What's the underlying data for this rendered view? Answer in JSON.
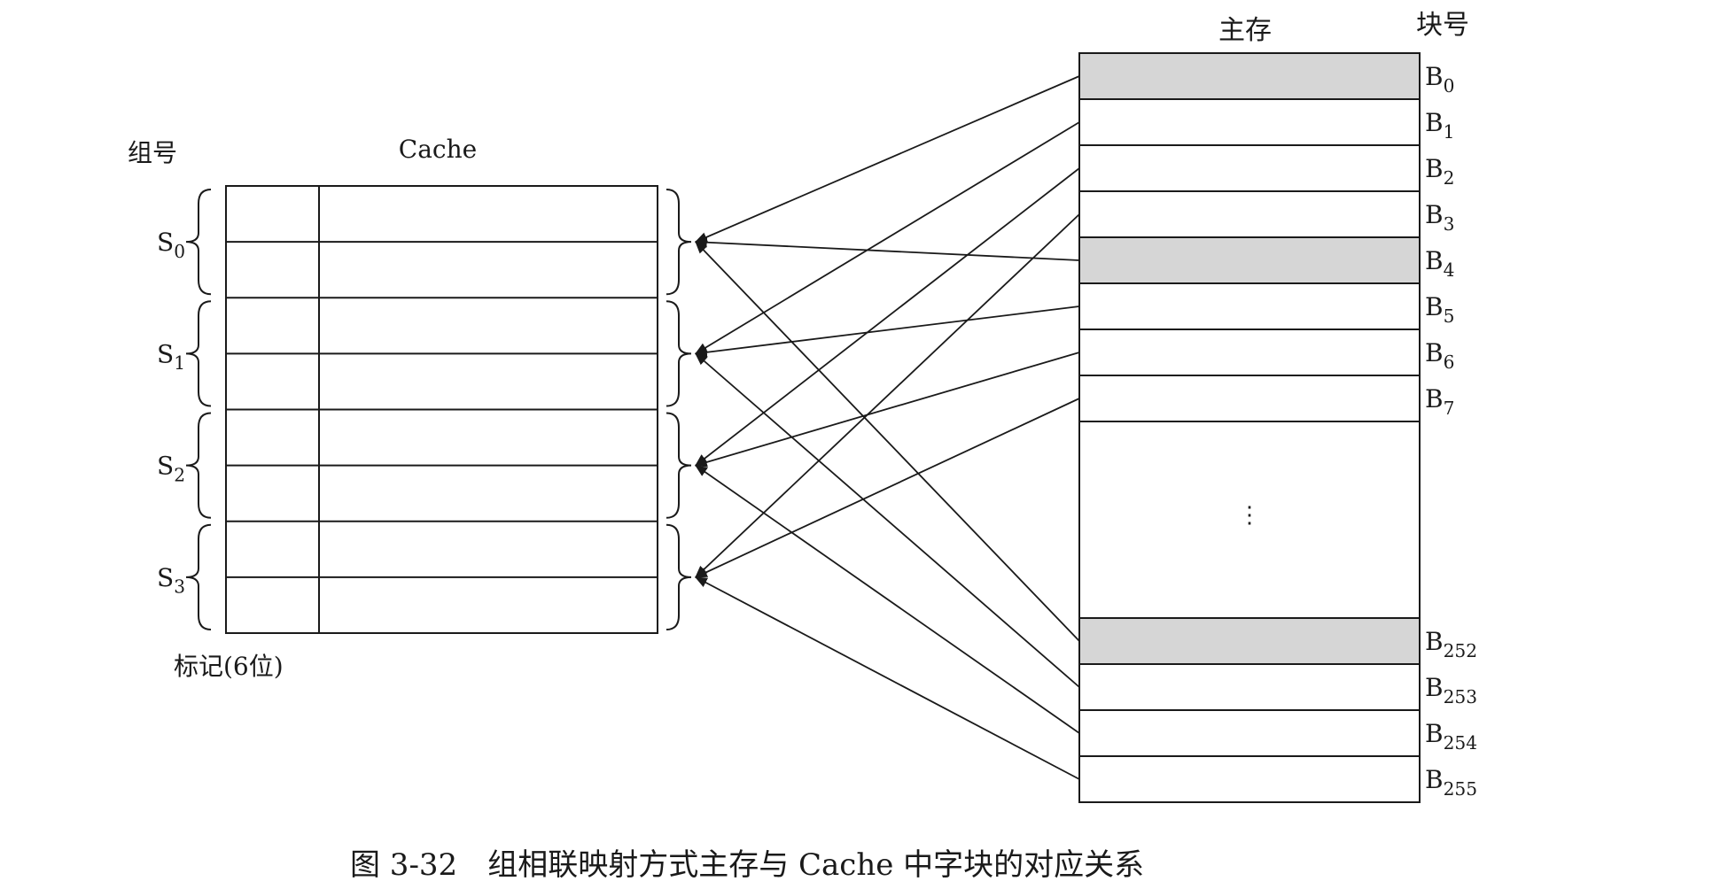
{
  "cache": {
    "title": "Cache",
    "group_header": "组号",
    "tag_label": "标记(6位)",
    "sets": [
      {
        "base": "S",
        "sub": "0"
      },
      {
        "base": "S",
        "sub": "1"
      },
      {
        "base": "S",
        "sub": "2"
      },
      {
        "base": "S",
        "sub": "3"
      }
    ]
  },
  "memory": {
    "title": "主存",
    "block_header": "块号",
    "ellipsis": "⋮",
    "blocks": [
      {
        "base": "B",
        "sub": "0",
        "shaded": true
      },
      {
        "base": "B",
        "sub": "1",
        "shaded": false
      },
      {
        "base": "B",
        "sub": "2",
        "shaded": false
      },
      {
        "base": "B",
        "sub": "3",
        "shaded": false
      },
      {
        "base": "B",
        "sub": "4",
        "shaded": true
      },
      {
        "base": "B",
        "sub": "5",
        "shaded": false
      },
      {
        "base": "B",
        "sub": "6",
        "shaded": false
      },
      {
        "base": "B",
        "sub": "7",
        "shaded": false
      },
      {
        "base": "B",
        "sub": "252",
        "shaded": true
      },
      {
        "base": "B",
        "sub": "253",
        "shaded": false
      },
      {
        "base": "B",
        "sub": "254",
        "shaded": false
      },
      {
        "base": "B",
        "sub": "255",
        "shaded": false
      }
    ]
  },
  "mapping": [
    {
      "from": 0,
      "to_set": 0
    },
    {
      "from": 1,
      "to_set": 1
    },
    {
      "from": 2,
      "to_set": 2
    },
    {
      "from": 3,
      "to_set": 3
    },
    {
      "from": 4,
      "to_set": 0
    },
    {
      "from": 5,
      "to_set": 1
    },
    {
      "from": 6,
      "to_set": 2
    },
    {
      "from": 7,
      "to_set": 3
    },
    {
      "from": 8,
      "to_set": 0
    },
    {
      "from": 9,
      "to_set": 1
    },
    {
      "from": 10,
      "to_set": 2
    },
    {
      "from": 11,
      "to_set": 3
    }
  ],
  "caption": "图 3-32　组相联映射方式主存与 Cache 中字块的对应关系",
  "colors": {
    "line": "#1a1a1a",
    "shade": "#d6d6d6"
  }
}
